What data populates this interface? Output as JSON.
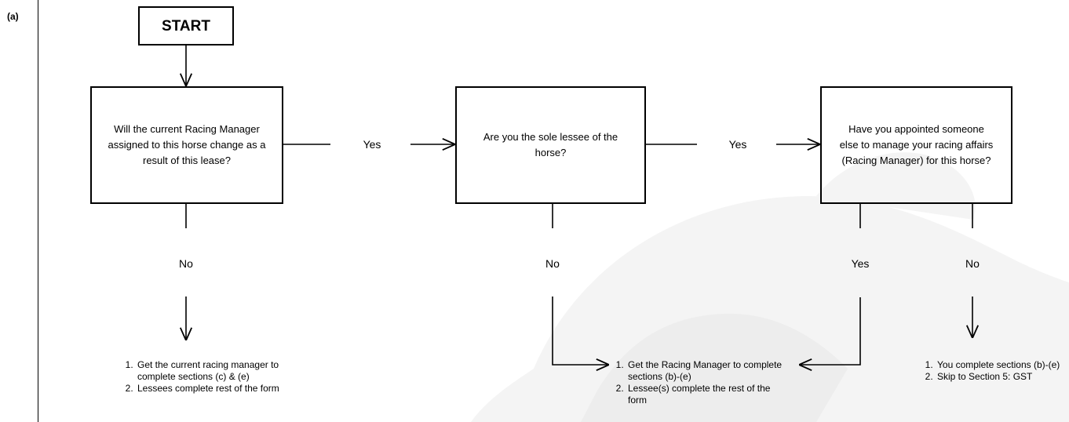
{
  "section": "(a)",
  "start": "START",
  "questions": {
    "q1": "Will the current Racing Manager assigned to this horse change as a result of this lease?",
    "q2": "Are you the sole lessee of the horse?",
    "q3": "Have you appointed someone else to manage your racing affairs (Racing Manager) for this horse?"
  },
  "edge_labels": {
    "q1_yes": "Yes",
    "q1_no": "No",
    "q2_yes": "Yes",
    "q2_no": "No",
    "q3_yes": "Yes",
    "q3_no": "No"
  },
  "outcomes": {
    "outcome1": [
      "Get the current racing manager to complete sections (c) & (e)",
      "Lessees complete rest of the form"
    ],
    "outcome2": [
      "Get the Racing Manager to complete sections (b)-(e)",
      "Lessee(s) complete the rest of the form"
    ],
    "outcome3": [
      "You complete sections (b)-(e)",
      "Skip to Section 5: GST"
    ]
  }
}
